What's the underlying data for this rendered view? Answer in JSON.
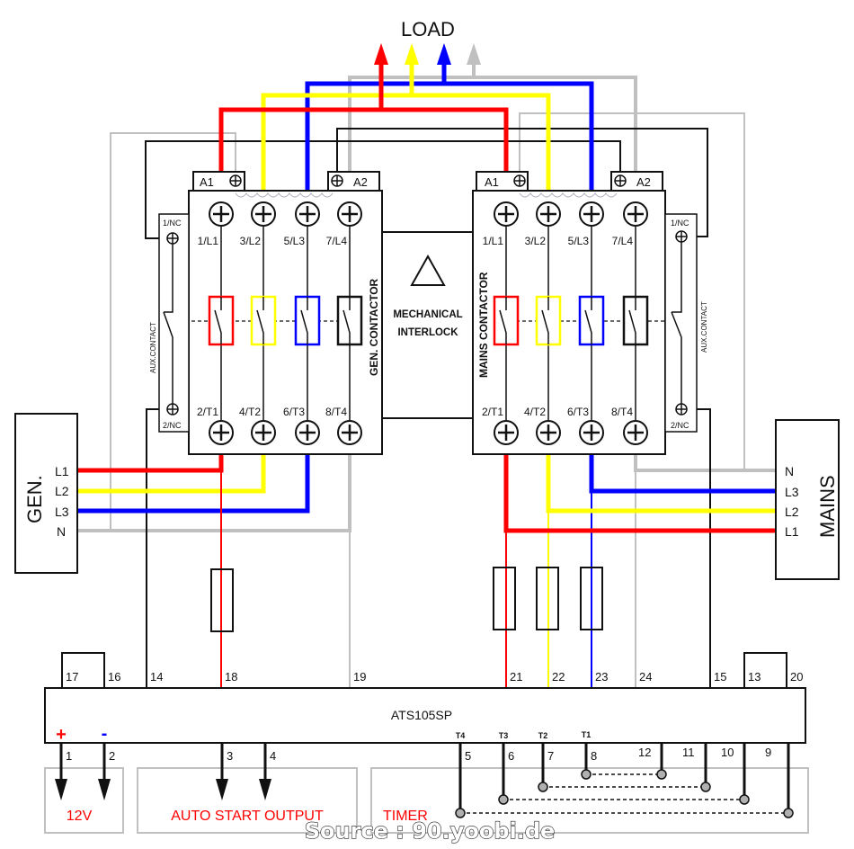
{
  "colors": {
    "l1": "#ff0000",
    "l2": "#ffff00",
    "l3": "#0000ff",
    "neutral": "#c0c0c0",
    "control": "#111111",
    "label_red": "#ff0000",
    "minus_blue": "#0000ff",
    "timer_node": "#b0b0b0"
  },
  "load": {
    "label": "LOAD"
  },
  "gen_source": {
    "label": "GEN.",
    "terminals": [
      "L1",
      "L2",
      "L3",
      "N"
    ]
  },
  "mains_source": {
    "label": "MAINS",
    "terminals": [
      "N",
      "L3",
      "L2",
      "L1"
    ]
  },
  "gen_contactor": {
    "title": "GEN. CONTACTOR",
    "coil_a1": "A1",
    "coil_a2": "A2",
    "top_terminals": [
      "1/L1",
      "3/L2",
      "5/L3",
      "7/L4"
    ],
    "bottom_terminals": [
      "2/T1",
      "4/T2",
      "6/T3",
      "8/T4"
    ],
    "aux": {
      "label": "AUX.CONTACT",
      "top": "1/NC",
      "bottom": "2/NC"
    }
  },
  "mains_contactor": {
    "title": "MAINS CONTACTOR",
    "coil_a1": "A1",
    "coil_a2": "A2",
    "top_terminals": [
      "1/L1",
      "3/L2",
      "5/L3",
      "7/L4"
    ],
    "bottom_terminals": [
      "2/T1",
      "4/T2",
      "6/T3",
      "8/T4"
    ],
    "aux": {
      "label": "AUX.CONTACT",
      "top": "1/NC",
      "bottom": "2/NC"
    }
  },
  "interlock": {
    "line1": "MECHANICAL",
    "line2": "INTERLOCK"
  },
  "controller": {
    "model": "ATS105SP",
    "top_terminals": [
      "17",
      "16",
      "14",
      "18",
      "19",
      "21",
      "22",
      "23",
      "24",
      "15",
      "13",
      "20"
    ],
    "bottom_terminals": [
      "1",
      "2",
      "3",
      "4",
      "5",
      "6",
      "7",
      "8",
      "12",
      "11",
      "10",
      "9"
    ],
    "plus": "+",
    "minus": "-",
    "timer_tags": [
      "T4",
      "T3",
      "T2",
      "T1"
    ]
  },
  "outputs": {
    "supply": "12V",
    "auto_start": "AUTO START OUTPUT",
    "timer": "TIMER"
  },
  "watermark": "Source : 90.yoobi.de"
}
